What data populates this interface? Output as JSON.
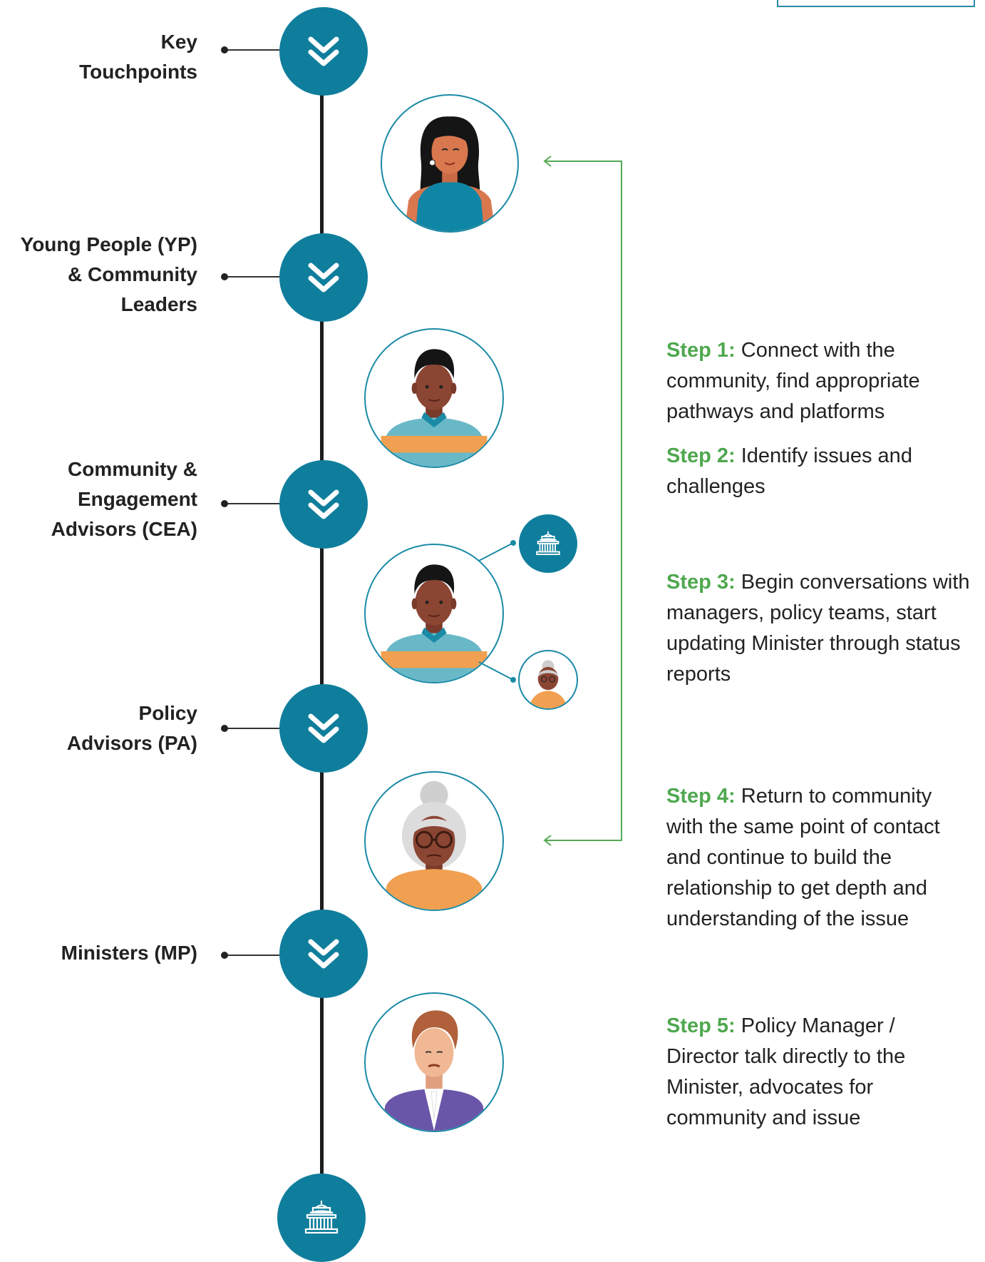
{
  "stages": [
    {
      "label": "Key\nTouchpoints"
    },
    {
      "label": "Young People (YP)\n& Community\nLeaders"
    },
    {
      "label": "Community &\nEngagement \nAdvisors (CEA)"
    },
    {
      "label": "Policy\nAdvisors (PA)"
    },
    {
      "label": "Ministers (MP)"
    }
  ],
  "steps": [
    {
      "label": "Step 1:",
      "text": " Connect with the community, find appropriate pathways and platforms"
    },
    {
      "label": "Step 2:",
      "text": " Identify issues and challenges"
    },
    {
      "label": "Step 3:",
      "text": " Begin conversations with managers, policy teams, start updating Minister through status reports"
    },
    {
      "label": "Step 4:",
      "text": " Return to community with the same point of contact and continue to build the relationship to get depth and understanding of the issue"
    },
    {
      "label": "Step 5:",
      "text": " Policy Manager / Director talk directly to the Minister, advocates for community and issue"
    }
  ],
  "colors": {
    "teal": "#0f7e9c",
    "green": "#4fa84f",
    "line": "#1c1c1c"
  },
  "icons": {
    "node": "double-chevron-down-icon",
    "end": "parliament-building-icon"
  }
}
